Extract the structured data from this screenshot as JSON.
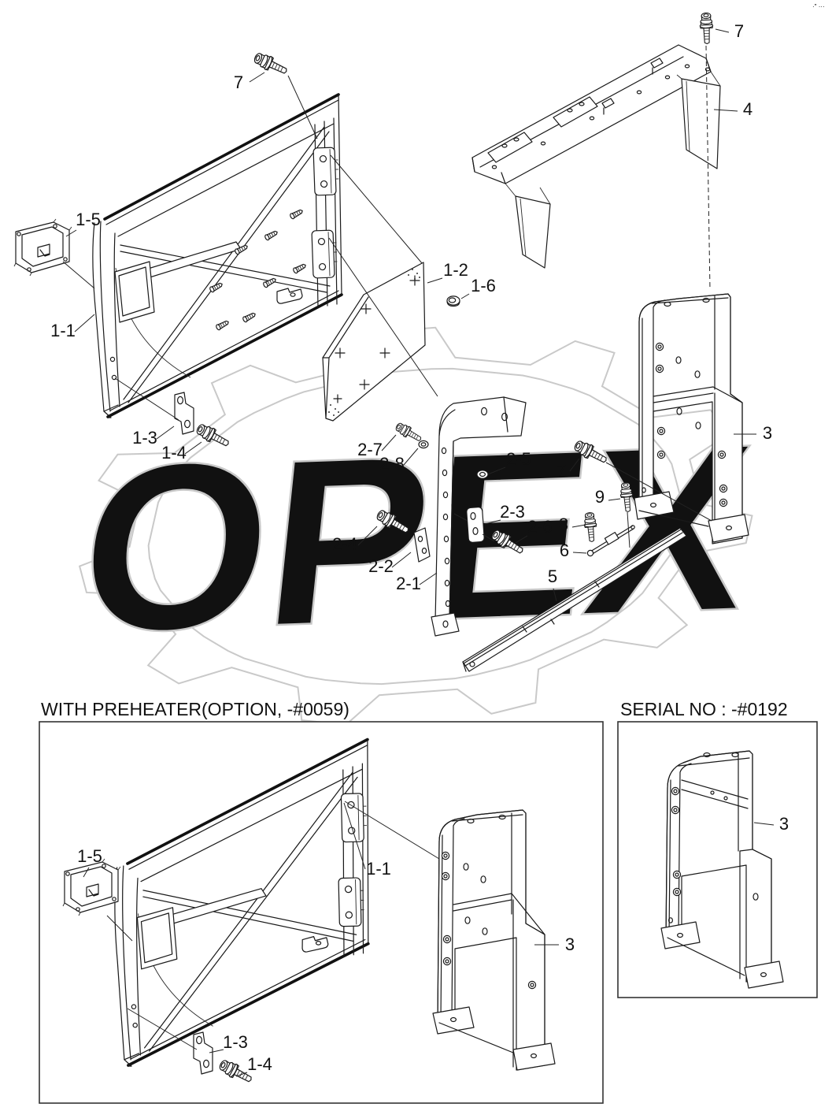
{
  "document": {
    "watermark": "OPEX",
    "corner_mark": "·\" ···",
    "colors": {
      "line": "#1a1a1a",
      "watermark": "#c9c9c9",
      "background": "#ffffff"
    }
  },
  "sections": {
    "preheater_title": "WITH PREHEATER(OPTION, -#0059)",
    "serial_title": "SERIAL NO : -#0192"
  },
  "labels": {
    "main": {
      "bolt7_topleft": "7",
      "cover_1_5": "1-5",
      "door_1_1": "1-1",
      "panel_1_2": "1-2",
      "plug_1_6": "1-6",
      "bracket_1_3": "1-3",
      "bolt_1_4": "1-4",
      "bolt_2_7": "2-7",
      "washer_2_8": "2-8",
      "nut_2_5": "2-5",
      "bolt_2_4": "2-4",
      "bracket_2_2": "2-2",
      "support_2_1": "2-1",
      "plate_2_3": "2-3",
      "bolt_2_6": "2-6",
      "bolt7_mid": "7",
      "bolt_9": "9",
      "bolt_8": "8",
      "rod_6": "6",
      "rail_5": "5",
      "bracket_3": "3",
      "frame_4": "4",
      "bolt7_topright": "7"
    },
    "preheater": {
      "cover_1_5": "1-5",
      "door_1_1": "1-1",
      "bracket_1_3": "1-3",
      "bolt_1_4": "1-4",
      "bracket_3": "3"
    },
    "serial": {
      "bracket_3": "3"
    }
  }
}
